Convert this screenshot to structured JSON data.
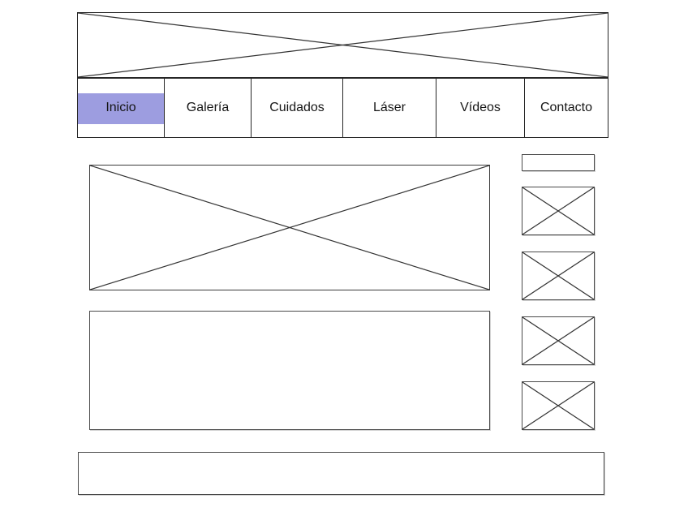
{
  "nav": {
    "items": [
      {
        "label": "Inicio",
        "active": true
      },
      {
        "label": "Galería",
        "active": false
      },
      {
        "label": "Cuidados",
        "active": false
      },
      {
        "label": "Láser",
        "active": false
      },
      {
        "label": "Vídeos",
        "active": false
      },
      {
        "label": "Contacto",
        "active": false
      }
    ]
  },
  "colors": {
    "active_tab_bg": "#9d9de0",
    "line": "#333333",
    "background": "#ffffff"
  },
  "placeholders": {
    "header_banner": "image-placeholder",
    "hero": "image-placeholder",
    "sidebar_thumbnails": 4,
    "sidebar_small_box": "empty-box",
    "content_box": "empty-box",
    "footer_bar": "empty-box"
  }
}
